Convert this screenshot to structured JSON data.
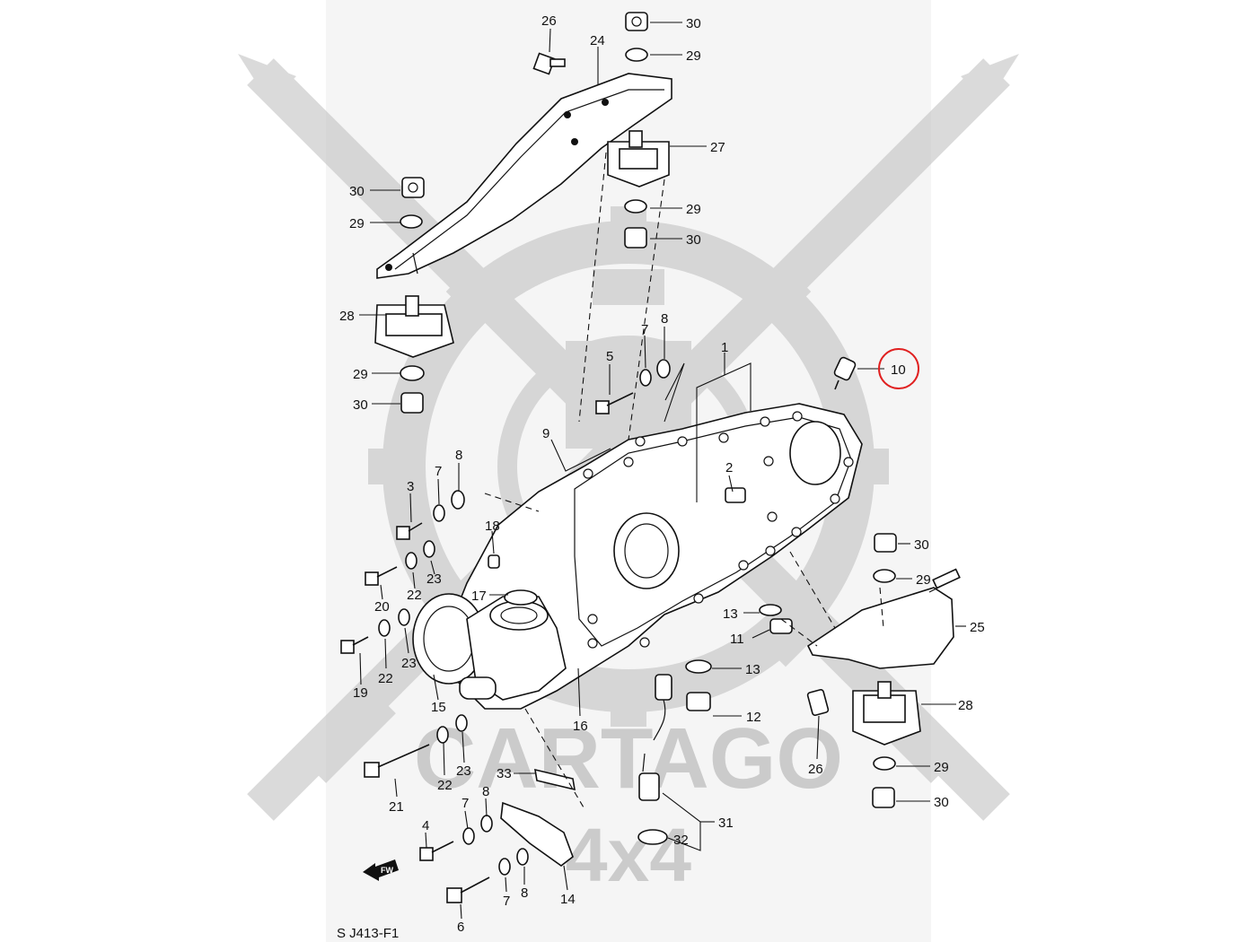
{
  "watermark": {
    "brand": "CARTAGO",
    "sub": "4x4"
  },
  "corner_code": "S J413-F1",
  "direction_mark": "FW",
  "callouts": [
    {
      "id": "c26a",
      "text": "26"
    },
    {
      "id": "c24",
      "text": "24"
    },
    {
      "id": "c30a",
      "text": "30"
    },
    {
      "id": "c29a",
      "text": "29"
    },
    {
      "id": "c27",
      "text": "27"
    },
    {
      "id": "c30b",
      "text": "30"
    },
    {
      "id": "c29b",
      "text": "29"
    },
    {
      "id": "c29c",
      "text": "29"
    },
    {
      "id": "c30c",
      "text": "30"
    },
    {
      "id": "c28a",
      "text": "28"
    },
    {
      "id": "c29d",
      "text": "29"
    },
    {
      "id": "c30d",
      "text": "30"
    },
    {
      "id": "c5",
      "text": "5"
    },
    {
      "id": "c7a",
      "text": "7"
    },
    {
      "id": "c8a",
      "text": "8"
    },
    {
      "id": "c1",
      "text": "1"
    },
    {
      "id": "c10",
      "text": "10"
    },
    {
      "id": "c9",
      "text": "9"
    },
    {
      "id": "c2",
      "text": "2"
    },
    {
      "id": "c3",
      "text": "3"
    },
    {
      "id": "c7b",
      "text": "7"
    },
    {
      "id": "c8b",
      "text": "8"
    },
    {
      "id": "c18",
      "text": "18"
    },
    {
      "id": "c23a",
      "text": "23"
    },
    {
      "id": "c22a",
      "text": "22"
    },
    {
      "id": "c20",
      "text": "20"
    },
    {
      "id": "c17",
      "text": "17"
    },
    {
      "id": "c30e",
      "text": "30"
    },
    {
      "id": "c29e",
      "text": "29"
    },
    {
      "id": "c25",
      "text": "25"
    },
    {
      "id": "c13a",
      "text": "13"
    },
    {
      "id": "c11",
      "text": "11"
    },
    {
      "id": "c13b",
      "text": "13"
    },
    {
      "id": "c19",
      "text": "19"
    },
    {
      "id": "c22b",
      "text": "22"
    },
    {
      "id": "c23b",
      "text": "23"
    },
    {
      "id": "c15",
      "text": "15"
    },
    {
      "id": "c16",
      "text": "16"
    },
    {
      "id": "c12",
      "text": "12"
    },
    {
      "id": "c28b",
      "text": "28"
    },
    {
      "id": "c26b",
      "text": "26"
    },
    {
      "id": "c29f",
      "text": "29"
    },
    {
      "id": "c30f",
      "text": "30"
    },
    {
      "id": "c22c",
      "text": "22"
    },
    {
      "id": "c23c",
      "text": "23"
    },
    {
      "id": "c21",
      "text": "21"
    },
    {
      "id": "c33",
      "text": "33"
    },
    {
      "id": "c7c",
      "text": "7"
    },
    {
      "id": "c8c",
      "text": "8"
    },
    {
      "id": "c31",
      "text": "31"
    },
    {
      "id": "c32",
      "text": "32"
    },
    {
      "id": "c4",
      "text": "4"
    },
    {
      "id": "c7d",
      "text": "7"
    },
    {
      "id": "c8d",
      "text": "8"
    },
    {
      "id": "c14",
      "text": "14"
    },
    {
      "id": "c6",
      "text": "6"
    }
  ],
  "highlight": {
    "target": "10",
    "color": "#e02020"
  },
  "colors": {
    "paper": "#f5f5f5",
    "ink": "#111111",
    "watermark": "#bdbdbd",
    "highlight": "#e02020"
  }
}
